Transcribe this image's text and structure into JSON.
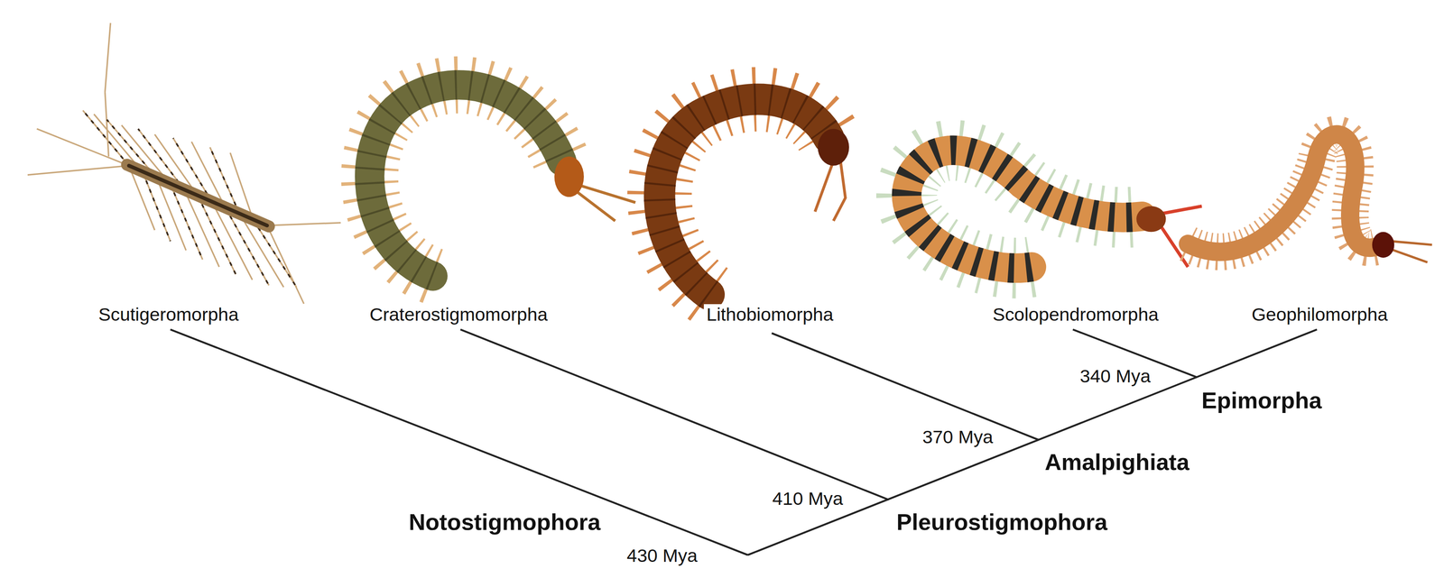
{
  "diagram": {
    "labels": [
      "Scutigeromorpha",
      "Craterostigmomorpha",
      "Lithobiomorpha",
      "Scolopendromorpha",
      "Geophilomorpha",
      "340 Mya",
      "Epimorpha",
      "370 Mya",
      "Amalpighiata",
      "410 Mya",
      "Notostigmophora",
      "Pleurostigmophora",
      "430 Mya"
    ]
  }
}
